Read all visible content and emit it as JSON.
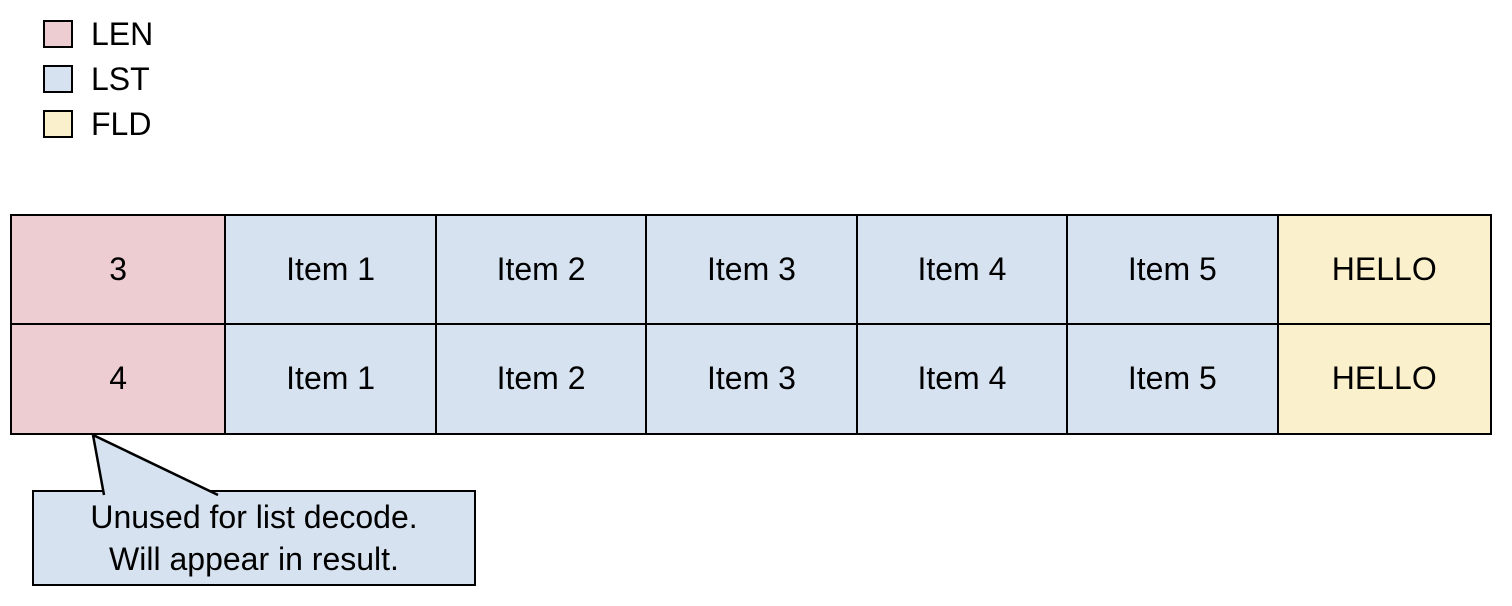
{
  "colors": {
    "len-fill": "#EDCDD1",
    "lst-fill": "#D6E2F0",
    "fld-fill": "#FAF0CB",
    "border": "#000000",
    "text": "#000000",
    "background": "#FFFFFF"
  },
  "legend": {
    "items": [
      {
        "label": "LEN",
        "color": "#EDCDD1"
      },
      {
        "label": "LST",
        "color": "#D6E2F0"
      },
      {
        "label": "FLD",
        "color": "#FAF0CB"
      }
    ]
  },
  "table": {
    "rows": [
      {
        "cells": [
          {
            "value": "3",
            "type": "LEN"
          },
          {
            "value": "Item 1",
            "type": "LST"
          },
          {
            "value": "Item 2",
            "type": "LST"
          },
          {
            "value": "Item 3",
            "type": "LST"
          },
          {
            "value": "Item 4",
            "type": "LST"
          },
          {
            "value": "Item 5",
            "type": "LST"
          },
          {
            "value": "HELLO",
            "type": "FLD"
          }
        ]
      },
      {
        "cells": [
          {
            "value": "4",
            "type": "LEN"
          },
          {
            "value": "Item 1",
            "type": "LST"
          },
          {
            "value": "Item 2",
            "type": "LST"
          },
          {
            "value": "Item 3",
            "type": "LST"
          },
          {
            "value": "Item 4",
            "type": "LST"
          },
          {
            "value": "Item 5",
            "type": "LST"
          },
          {
            "value": "HELLO",
            "type": "FLD"
          }
        ]
      }
    ]
  },
  "callout": {
    "lines": [
      "Unused for list decode.",
      "Will appear in result."
    ]
  }
}
